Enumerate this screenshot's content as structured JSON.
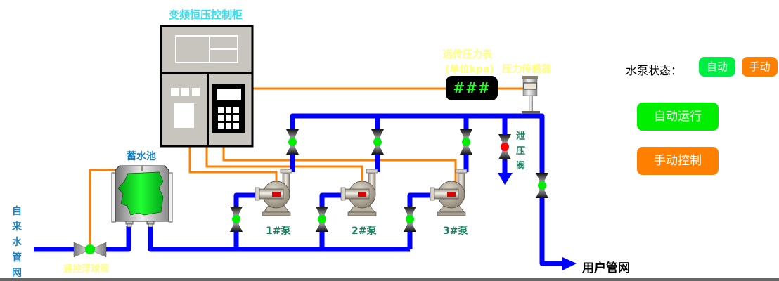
{
  "cabinet": {
    "title": "变频恒压控制柜"
  },
  "pressure_gauge": {
    "title": "远传压力表",
    "unit_label": "(单位kpa)",
    "display_value": "###"
  },
  "pressure_sensor": {
    "title": "压力传感器"
  },
  "tank": {
    "title": "蓄水池"
  },
  "float_valve": {
    "title": "遥控浮球阀"
  },
  "source": {
    "title": "自来水管网"
  },
  "relief_valve": {
    "title": "泄压阀"
  },
  "pumps": [
    {
      "label": "1#泵"
    },
    {
      "label": "2#泵"
    },
    {
      "label": "3#泵"
    }
  ],
  "user_network": {
    "title": "用户管网"
  },
  "status_panel": {
    "label": "水泵状态：",
    "auto_badge": "自动",
    "manual_badge": "手动",
    "auto_run_button": "自动运行",
    "manual_control_button": "手动控制"
  },
  "colors": {
    "water_pipe": "#0000ff",
    "signal_line": "#ff8000",
    "valve_open": "#00ee00",
    "valve_closed": "#ff0000",
    "auto": "#00ee44",
    "manual": "#ff8000"
  }
}
